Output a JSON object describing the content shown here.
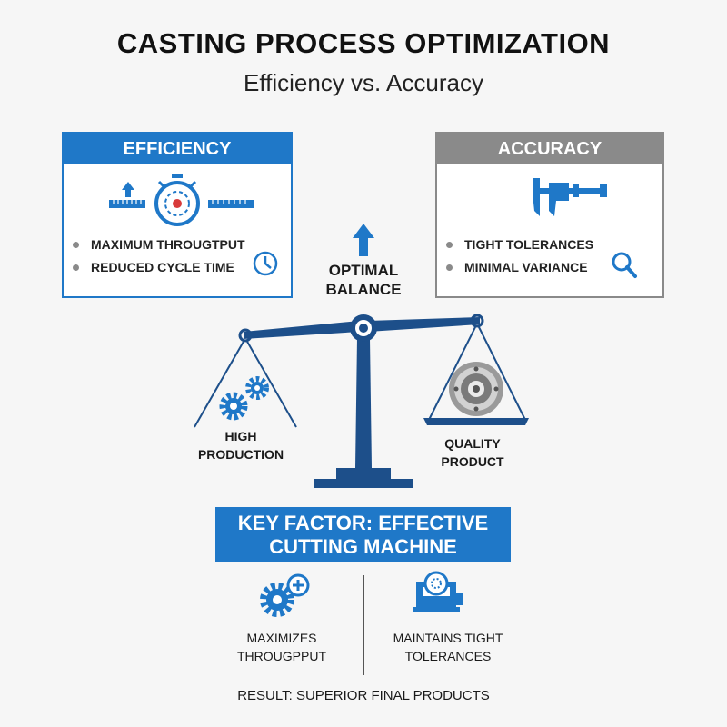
{
  "header": {
    "title": "CASTING PROCESS OPTIMIZATION",
    "subtitle": "Efficiency vs. Accuracy"
  },
  "efficiency": {
    "title": "EFFICIENCY",
    "bullets": [
      "MAXIMUM THROUGTPUT",
      "REDUCED CYCLE TIME"
    ],
    "icons": [
      "up-arrow-icon",
      "stopwatch-icon",
      "ruler-icon",
      "clock-icon"
    ]
  },
  "accuracy": {
    "title": "ACCURACY",
    "bullets": [
      "TIGHT TOLERANCES",
      "MINIMAL VARIANCE"
    ],
    "icons": [
      "caliper-icon",
      "magnifier-icon"
    ]
  },
  "balance": {
    "top_label_1": "OPTIMAL",
    "top_label_2": "BALANCE",
    "left_label_1": "HIGH",
    "left_label_2": "PRODUCTION",
    "right_label_1": "QUALITY",
    "right_label_2": "PRODUCT"
  },
  "key_factor": {
    "line1": "KEY FACTOR: EFFECTIVE",
    "line2": "CUTTING MACHINE"
  },
  "benefits": {
    "left_line1": "MAXIMIZES",
    "left_line2": "THROUGPPUT",
    "right_line1": "MAINTAINS TIGHT",
    "right_line2": "TOLERANCES"
  },
  "result": "RESULT: SUPERIOR FINAL PRODUCTS",
  "colors": {
    "primary_blue": "#1f78c8",
    "dark_blue": "#1d4f8a",
    "gray": "#8a8a8a"
  }
}
